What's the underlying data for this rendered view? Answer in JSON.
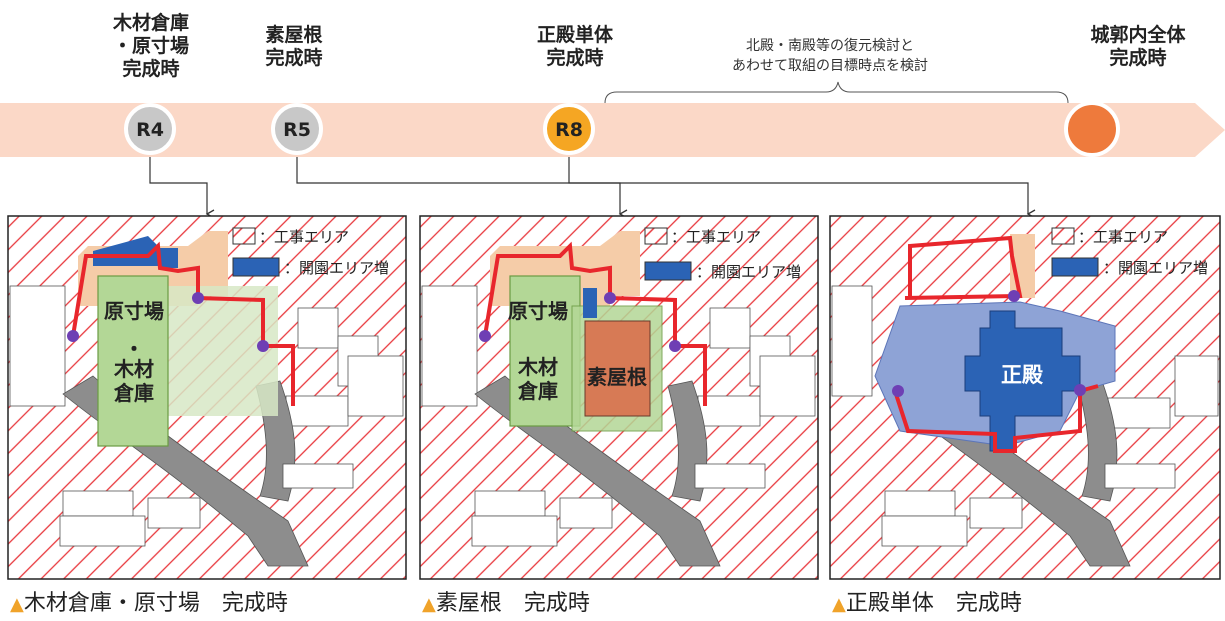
{
  "milestones": [
    {
      "lines": [
        "木材倉庫",
        "・原寸場",
        "完成時"
      ],
      "marker": "R4"
    },
    {
      "lines": [
        "素屋根",
        "完成時"
      ],
      "marker": "R5"
    },
    {
      "lines": [
        "正殿単体",
        "完成時"
      ],
      "marker": "R8"
    },
    {
      "lines": [
        "城郭内全体",
        "完成時"
      ],
      "marker": ""
    }
  ],
  "note": [
    "北殿・南殿等の復元検討と",
    "あわせて取組の目標時点を検討"
  ],
  "legend": {
    "construction": "：工事エリア",
    "open_area": "：開園エリア増"
  },
  "maps": [
    {
      "labels": [
        "原寸場",
        "・",
        "木材",
        "倉庫"
      ],
      "caption": "木材倉庫・原寸場　完成時"
    },
    {
      "labels": [
        "原寸場",
        "木材",
        "倉庫",
        "素屋根"
      ],
      "caption": "素屋根　完成時"
    },
    {
      "labels": [
        "正殿"
      ],
      "caption": "正殿単体　完成時"
    }
  ],
  "colors": {
    "timeline_band": "#fbd8c7",
    "marker_past": "#c8c8c8",
    "marker_current": "#f5a623",
    "marker_future": "#ee7a3c",
    "construction_hatch": "#e8373c",
    "open_area": "#2b63b5",
    "boundary": "#e8262c",
    "caption_triangle": "#f0a32a"
  }
}
